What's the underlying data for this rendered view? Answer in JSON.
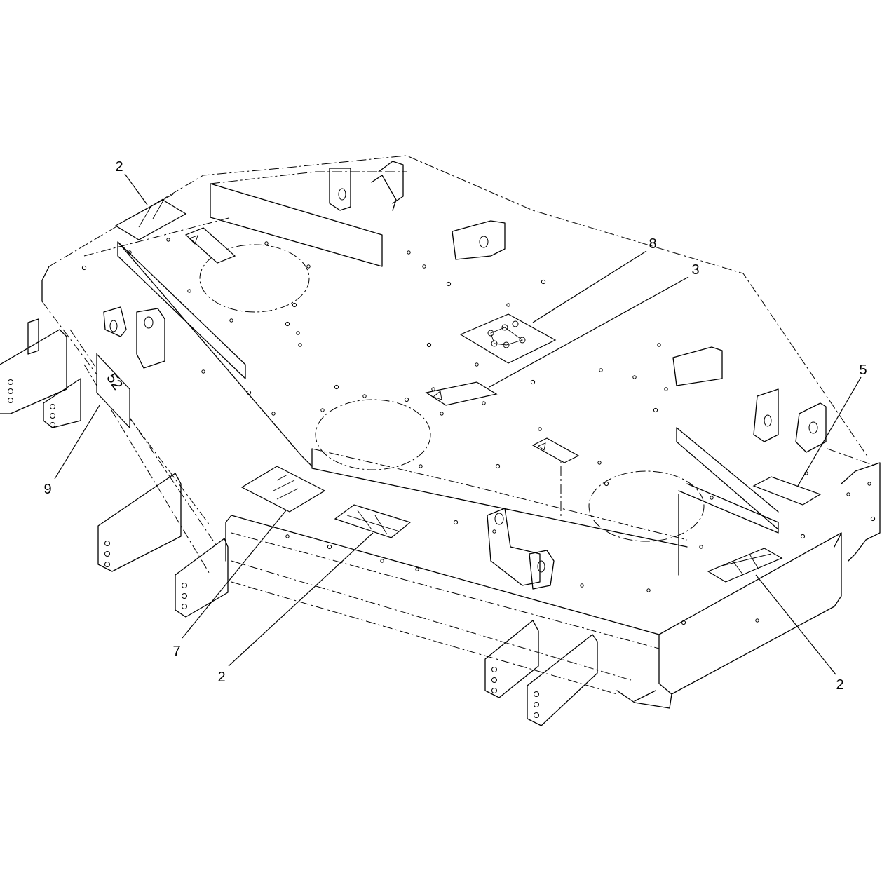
{
  "callouts": [
    {
      "id": "callout-2-top-left",
      "label": "2"
    },
    {
      "id": "callout-8",
      "label": "8"
    },
    {
      "id": "callout-3",
      "label": "3"
    },
    {
      "id": "callout-5",
      "label": "5"
    },
    {
      "id": "callout-9",
      "label": "9"
    },
    {
      "id": "callout-7",
      "label": "7"
    },
    {
      "id": "callout-2-front",
      "label": "2"
    },
    {
      "id": "callout-2-right",
      "label": "2"
    }
  ],
  "deck_badge": "52"
}
